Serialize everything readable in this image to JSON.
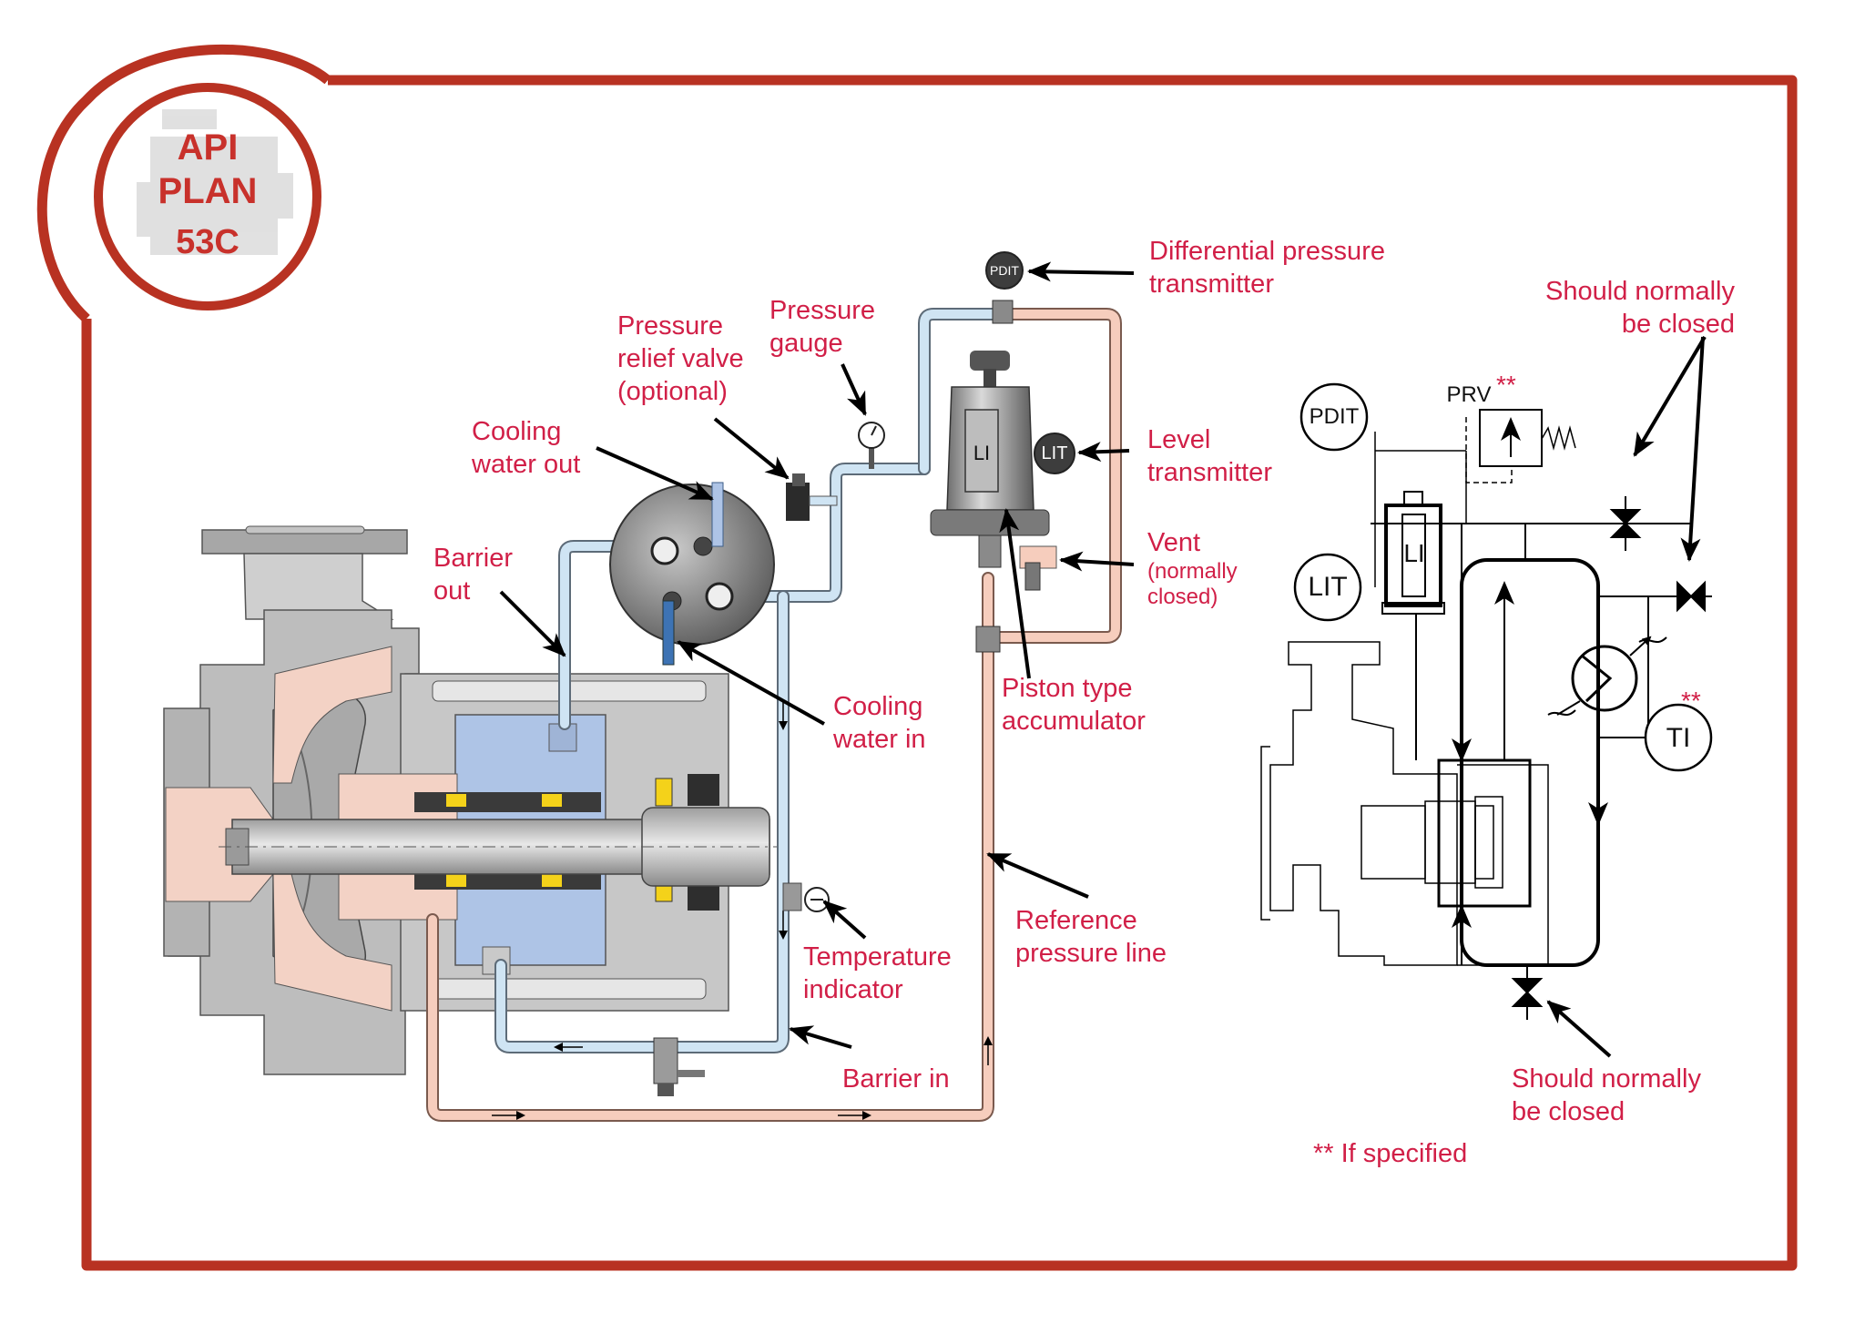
{
  "colors": {
    "frame": "#b83222",
    "label": "#d11f47",
    "barrier_pipe": "#cfe4f3",
    "reference_pipe": "#f6cdbd",
    "seal_blue": "#aec4e6",
    "process_pink": "#f3d2c5",
    "metal_gray": "#b9b9b9"
  },
  "badge": {
    "line1": "API",
    "line2": "PLAN",
    "line3": "53C"
  },
  "labels": {
    "differential_pressure": [
      "Differential pressure",
      "transmitter"
    ],
    "pressure_gauge": [
      "Pressure",
      "gauge"
    ],
    "pressure_relief_valve": [
      "Pressure",
      "relief valve",
      "(optional)"
    ],
    "cooling_water_out": [
      "Cooling",
      "water out"
    ],
    "barrier_out": [
      "Barrier",
      "out"
    ],
    "level_transmitter": [
      "Level",
      "transmitter"
    ],
    "vent": [
      "Vent"
    ],
    "vent_note": [
      "(normally",
      "closed)"
    ],
    "piston_accumulator": [
      "Piston type",
      "accumulator"
    ],
    "cooling_water_in": [
      "Cooling",
      "water in"
    ],
    "reference_pressure_line": [
      "Reference",
      "pressure line"
    ],
    "temperature_indicator": [
      "Temperature",
      "indicator"
    ],
    "barrier_in": [
      "Barrier in"
    ],
    "should_closed_top": [
      "Should normally",
      "be closed"
    ],
    "should_closed_bottom": [
      "Should normally",
      "be closed"
    ],
    "if_specified": "** If specified"
  },
  "instruments": {
    "pdit_small": "PDIT",
    "lit_small": "LIT",
    "li_small": "LI",
    "pdit": "PDIT",
    "lit": "LIT",
    "li": "LI",
    "ti": "TI",
    "prv": "PRV",
    "star_prv": "**",
    "star_ti": "**"
  }
}
